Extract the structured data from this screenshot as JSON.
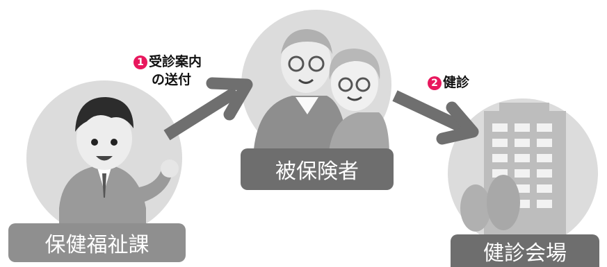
{
  "nodes": {
    "office": {
      "label": "保健福祉課"
    },
    "insured": {
      "label": "被保険者"
    },
    "venue": {
      "label": "健診会場"
    }
  },
  "steps": [
    {
      "number": "1",
      "line1": "受診案内",
      "line2": "の送付"
    },
    {
      "number": "2",
      "line1": "健診"
    }
  ],
  "colors": {
    "accent": "#e8175d",
    "label_box": "#6e6e6e",
    "circle": "#dcdcdc",
    "arrow": "#6f6f6f"
  },
  "icons": [
    "man-waving-icon",
    "elderly-couple-icon",
    "building-icon"
  ]
}
